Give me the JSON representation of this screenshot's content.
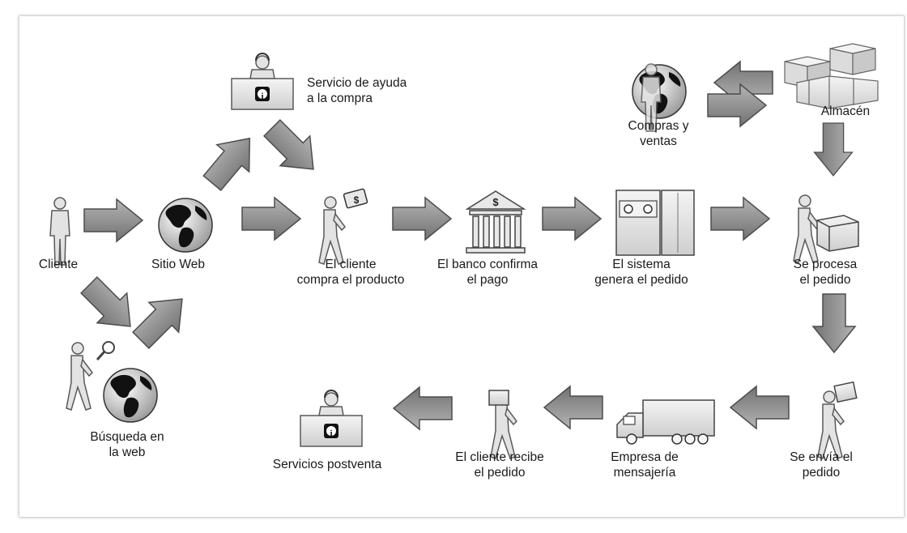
{
  "labels": {
    "cliente": "Cliente",
    "sitio_web": "Sitio Web",
    "busqueda": [
      "Búsqueda en",
      "la web"
    ],
    "servicio_ayuda": [
      "Servicio de ayuda",
      "a la compra"
    ],
    "cliente_compra": [
      "El cliente",
      "compra el producto"
    ],
    "banco": [
      "El banco confirma",
      "el pago"
    ],
    "sistema": [
      "El sistema",
      "genera el pedido"
    ],
    "compras_ventas": [
      "Compras y",
      "ventas"
    ],
    "almacen": "Almacén",
    "se_procesa": [
      "Se procesa",
      "el pedido"
    ],
    "se_envia": [
      "Se envía el",
      "pedido"
    ],
    "empresa": [
      "Empresa de",
      "mensajería"
    ],
    "cliente_recibe": [
      "El cliente recibe",
      "el pedido"
    ],
    "postventa": "Servicios postventa"
  },
  "icon_glyphs": {
    "info": "i",
    "dollar": "$"
  },
  "colors": {
    "arrow_fill": "#8f8f8f",
    "arrow_stroke": "#4d4d4d",
    "figure_fill": "#e3e3e3",
    "figure_stroke": "#5a5a5a"
  }
}
